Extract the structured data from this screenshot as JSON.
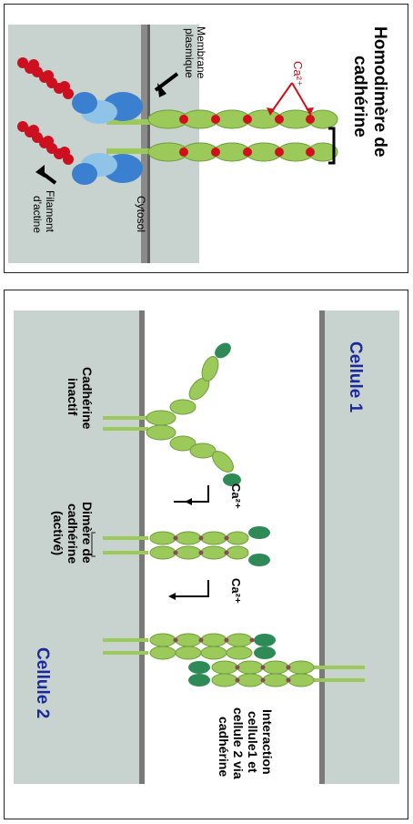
{
  "top_panel": {
    "title_line1": "Homodimère de",
    "title_line2": "cadhérine",
    "ca_label": "Ca²⁺",
    "membrane_line1": "Membrane",
    "membrane_line2": "plasmique",
    "cytosol": "Cytosol",
    "filament_line1": "Filament",
    "filament_line2": "d'actine"
  },
  "bottom_panel": {
    "cellule1": "Cellule 1",
    "cellule2": "Cellule 2",
    "cadherine_inactif_line1": "Cadhérine",
    "cadherine_inactif_line2": "inactif",
    "dimere_line1": "Dimère de",
    "dimere_line2": "cadhérine",
    "dimere_line3": "(activé)",
    "ca_label_1": "Ca²⁺",
    "ca_label_2": "Ca²⁺",
    "interaction_line1": "Interaction",
    "interaction_line2": "cellule1 et",
    "interaction_line3": "cellule 2 via",
    "interaction_line4": "cadhérine"
  },
  "colors": {
    "cell_bg": "#c8d2ce",
    "membrane": "#7a7a7a",
    "cadherin_green": "#9bc95a",
    "cadherin_dark": "#2e8b57",
    "calcium_red": "#d0101a",
    "title_blue": "#1a2a9a",
    "blue_domain": "#3a7fd0",
    "light_blue_domain": "#8fc3e8",
    "actin_red": "#cc1020"
  }
}
